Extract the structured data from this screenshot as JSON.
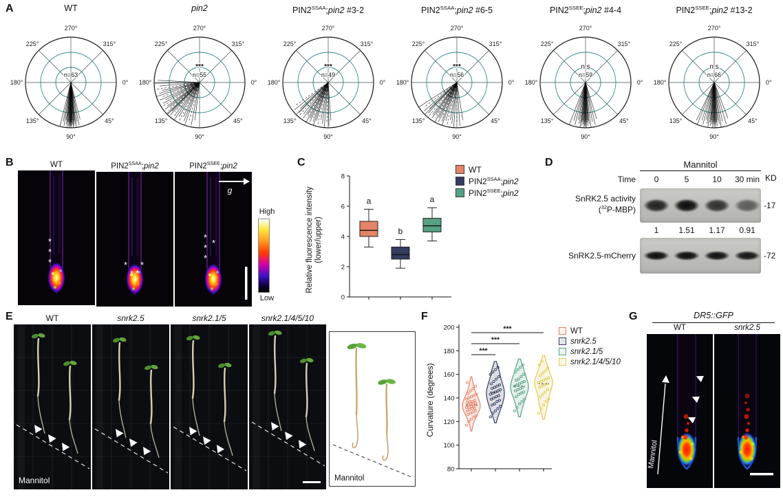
{
  "panel_a": {
    "label": "A",
    "angle_labels": [
      "270°",
      "315°",
      "0°",
      "45°",
      "90°",
      "135°",
      "180°",
      "225°"
    ]
  },
  "panel_b": {
    "label": "B",
    "image_titles": [
      "WT",
      "PIN2^{SSAA};~{pin2}",
      "PIN2^{SSEE};~{pin2}"
    ],
    "gravity_label": "g",
    "colorbar_high": "High",
    "colorbar_low": "Low",
    "asterisk_counts": [
      3,
      4,
      4
    ]
  },
  "panel_c": {
    "label": "C",
    "ylabel_line1": "Relative fluorescence intensity",
    "ylabel_line2": "(lower/upper)",
    "legend": [
      {
        "label": "WT",
        "color": "#E58368"
      },
      {
        "label": "PIN2^{SSAA};~{pin2}",
        "color": "#333B5E"
      },
      {
        "label": "PIN2^{SSEE};~{pin2}",
        "color": "#57A184"
      }
    ]
  },
  "panel_d": {
    "label": "D",
    "treatment": "Mannitol",
    "time_label": "Time",
    "time_points": [
      "0",
      "5",
      "10",
      "30 min"
    ],
    "kd_label": "KD",
    "blot1_label_line1": "SnRK2.5 activity",
    "blot1_label_line2": "(^{32}P-MBP)",
    "blot1_marker": "-17",
    "blot1_values": [
      "1",
      "1.51",
      "1.17",
      "0.91"
    ],
    "blot2_label": "SnRK2.5-mCherry",
    "blot2_marker": "-72"
  },
  "panel_e": {
    "label": "E",
    "photo_titles": [
      "WT",
      "~{snrk2.5}",
      "~{snrk2.1/5}",
      "~{snrk2.1/4/5/10}"
    ],
    "treatment_label": "Mannitol",
    "schematic_label": "Mannitol"
  },
  "panel_f": {
    "label": "F",
    "ylabel": "Curvature (degrees)",
    "legend": [
      {
        "label": "WT",
        "color": "#E58368"
      },
      {
        "label": "~{snrk2.5}",
        "color": "#333B5E"
      },
      {
        "label": "~{snrk2.1/5}",
        "color": "#57A184"
      },
      {
        "label": "~{snrk2.1/4/5/10}",
        "color": "#E0CB4F"
      }
    ]
  },
  "panel_g": {
    "label": "G",
    "header": "~{DR5::GFP}",
    "image_titles": [
      "WT",
      "~{snrk2.5}"
    ],
    "treatment_label": "Mannitol"
  },
  "chart_data": [
    {
      "id": "rose_plots",
      "type": "rose",
      "angle_convention": "0 deg right, 90 deg down (gravity), 270 deg up",
      "ring_fractions": [
        0.33,
        0.66,
        1.0
      ],
      "plots": [
        {
          "title": "WT",
          "n": 63,
          "sig": "",
          "ray_angles_deg": [
            76,
            79,
            81,
            83,
            84,
            85,
            86,
            86,
            87,
            88,
            88,
            89,
            89,
            90,
            90,
            90,
            91,
            91,
            92,
            92,
            93,
            93,
            94,
            95,
            96,
            97,
            99,
            101,
            104
          ]
        },
        {
          "title": "~{pin2}",
          "n": 55,
          "sig": "***",
          "ray_angles_deg": [
            97,
            101,
            105,
            109,
            112,
            115,
            118,
            121,
            124,
            127,
            130,
            132,
            134,
            136,
            138,
            140,
            142,
            144,
            147,
            150,
            153,
            156,
            159,
            162,
            165,
            168,
            171,
            175,
            179,
            183
          ]
        },
        {
          "title": "PIN2^{SSAA};~{pin2} #3-2",
          "n": 49,
          "sig": "***",
          "ray_angles_deg": [
            86,
            89,
            92,
            95,
            98,
            101,
            104,
            107,
            109,
            111,
            113,
            115,
            117,
            119,
            121,
            123,
            125,
            128,
            131,
            134,
            137,
            141,
            145
          ]
        },
        {
          "title": "PIN2^{SSAA};~{pin2} #6-5",
          "n": 56,
          "sig": "***",
          "ray_angles_deg": [
            81,
            86,
            90,
            94,
            97,
            100,
            103,
            106,
            109,
            111,
            113,
            115,
            117,
            119,
            121,
            123,
            125,
            127,
            130,
            133,
            136,
            139,
            143,
            147
          ]
        },
        {
          "title": "PIN2^{SSEE};~{pin2} #4-4",
          "n": 59,
          "sig": "n.s",
          "ray_angles_deg": [
            73,
            77,
            80,
            83,
            85,
            86,
            87,
            88,
            89,
            90,
            90,
            91,
            92,
            92,
            93,
            94,
            95,
            96,
            97,
            99,
            101,
            104,
            107,
            111
          ]
        },
        {
          "title": "PIN2^{SSEE};~{pin2} #13-2",
          "n": 66,
          "sig": "n.s",
          "ray_angles_deg": [
            69,
            74,
            78,
            81,
            83,
            85,
            86,
            87,
            88,
            89,
            90,
            90,
            91,
            92,
            93,
            94,
            95,
            96,
            98,
            100,
            102,
            105,
            108,
            112,
            115
          ]
        }
      ]
    },
    {
      "id": "fluorescence_box",
      "type": "box",
      "ylabel": "Relative fluorescence intensity (lower/upper)",
      "ylim": [
        0,
        8
      ],
      "yticks": [
        0,
        2,
        4,
        6,
        8
      ],
      "groups": [
        {
          "name": "WT",
          "color": "#E58368",
          "letter": "a",
          "min": 3.3,
          "q1": 4.0,
          "median": 4.4,
          "q3": 5.0,
          "max": 5.8
        },
        {
          "name": "PIN2^{SSAA};~{pin2}",
          "color": "#333B5E",
          "letter": "b",
          "min": 1.9,
          "q1": 2.5,
          "median": 2.8,
          "q3": 3.3,
          "max": 3.8
        },
        {
          "name": "PIN2^{SSEE};~{pin2}",
          "color": "#57A184",
          "letter": "a",
          "min": 3.7,
          "q1": 4.3,
          "median": 4.7,
          "q3": 5.2,
          "max": 5.9
        }
      ]
    },
    {
      "id": "curvature_violin",
      "type": "violin",
      "ylabel": "Curvature (degrees)",
      "ylim": [
        80,
        200
      ],
      "yticks": [
        80,
        100,
        120,
        140,
        160,
        180,
        200
      ],
      "groups": [
        {
          "name": "WT",
          "color": "#E58368",
          "points": [
            117,
            120,
            122,
            124,
            125,
            126,
            127,
            128,
            129,
            129,
            130,
            131,
            131,
            132,
            132,
            133,
            133,
            134,
            134,
            135,
            135,
            136,
            136,
            137,
            137,
            138,
            139,
            140,
            141,
            142,
            143,
            144,
            146,
            148,
            150,
            153
          ]
        },
        {
          "name": "snrk2.5",
          "color": "#333B5E",
          "points": [
            124,
            127,
            129,
            131,
            133,
            134,
            135,
            137,
            138,
            139,
            140,
            141,
            142,
            143,
            144,
            145,
            146,
            147,
            148,
            149,
            150,
            151,
            152,
            154,
            156,
            158,
            160,
            162,
            164,
            166
          ]
        },
        {
          "name": "snrk2.1/5",
          "color": "#57A184",
          "points": [
            129,
            132,
            135,
            137,
            139,
            141,
            143,
            144,
            145,
            146,
            147,
            148,
            149,
            150,
            151,
            152,
            153,
            154,
            155,
            156,
            158,
            160,
            162,
            164,
            166,
            168
          ]
        },
        {
          "name": "snrk2.1/4/5/10",
          "color": "#E0CB4F",
          "points": [
            127,
            131,
            134,
            137,
            139,
            141,
            143,
            145,
            147,
            149,
            150,
            151,
            152,
            153,
            154,
            155,
            156,
            157,
            159,
            161,
            163,
            165,
            168,
            171
          ]
        }
      ],
      "significance": [
        {
          "group_a": "WT",
          "group_b": "snrk2.5",
          "label": "***"
        },
        {
          "group_a": "WT",
          "group_b": "snrk2.1/5",
          "label": "***"
        },
        {
          "group_a": "WT",
          "group_b": "snrk2.1/4/5/10",
          "label": "***"
        }
      ]
    }
  ]
}
